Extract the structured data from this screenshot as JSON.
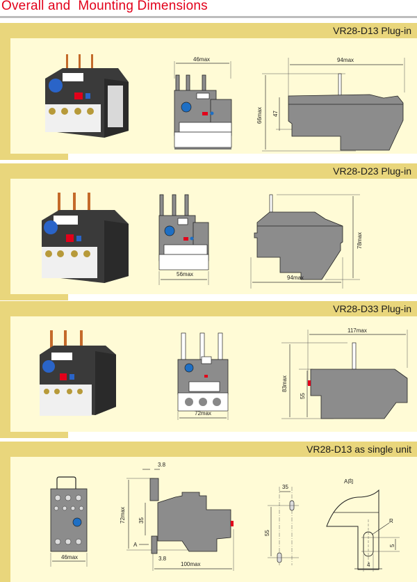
{
  "page": {
    "title": "Overall and  Mounting Dimensions"
  },
  "colors": {
    "title_red": "#e2001a",
    "band_gold": "#e9d67c",
    "panel_cream": "#fffbd6",
    "housing_gray": "#8c8c8c",
    "dial_blue": "#1e6fc4",
    "button_red": "#e2001a"
  },
  "sections": [
    {
      "label": "VR28-D13 Plug-in",
      "photo": "thermal-overload-relay-photo",
      "front_view": {
        "width_dim": "46max"
      },
      "side_view": {
        "length_dim": "94max",
        "height_dim": "66max",
        "inner_height_dim": "47"
      }
    },
    {
      "label": "VR28-D23 Plug-in",
      "photo": "thermal-overload-relay-photo",
      "front_view": {
        "width_dim": "56max"
      },
      "side_view": {
        "length_dim": "94max",
        "height_dim": "78max"
      }
    },
    {
      "label": "VR28-D33 Plug-in",
      "photo": "thermal-overload-relay-photo",
      "front_view": {
        "width_dim": "72max"
      },
      "side_view": {
        "length_dim": "117max",
        "height_dim": "83max",
        "inner_height_dim": "55"
      }
    },
    {
      "label": "VR28-D13 as single unit",
      "front_view": {
        "width_dim": "46max"
      },
      "side_view": {
        "length_dim": "100max",
        "height_dim": "72max",
        "rail_dim": "35",
        "top_offset_dim": "3.8",
        "bottom_offset_dim": "3.8",
        "view_arrow_label": "A"
      },
      "mounting_holes": {
        "horizontal_dim": "35",
        "vertical_dim": "55"
      },
      "detail_view": {
        "title": "A向",
        "radius_label": "R",
        "slot_length_dim": "5",
        "slot_width_dim": "4"
      }
    }
  ]
}
